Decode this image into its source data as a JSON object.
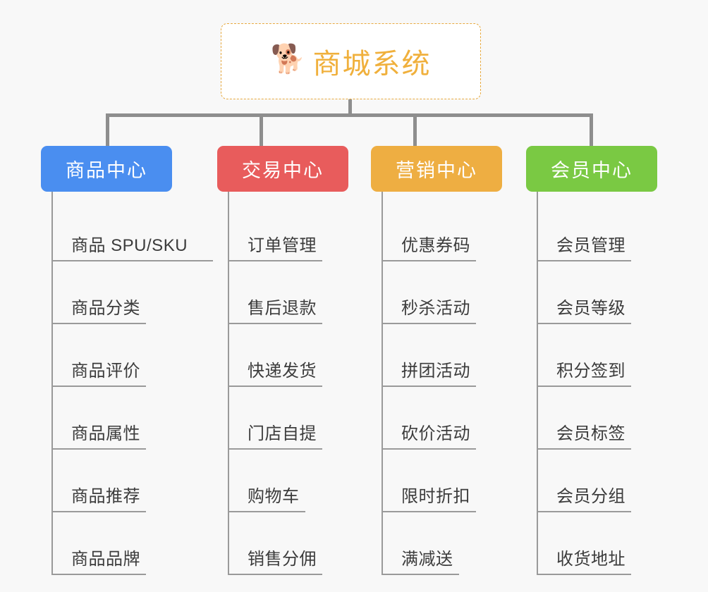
{
  "page": {
    "background_color": "#f8f8f8",
    "line_color": "#8e8e8e",
    "leaf_line_color": "#9a9a9a",
    "leaf_text_color": "#3c3c3c"
  },
  "root": {
    "title": "商城系统",
    "icon": "shiba-dog-face-emoji",
    "icon_glyph": "🐕",
    "text_color": "#f0b03c",
    "border_color": "#e7a93f",
    "fill_color": "#ffffff"
  },
  "columns": [
    {
      "id": "product-center",
      "label": "商品中心",
      "color": "#4a8ef0",
      "items": [
        "商品 SPU/SKU",
        "商品分类",
        "商品评价",
        "商品属性",
        "商品推荐",
        "商品品牌"
      ]
    },
    {
      "id": "trade-center",
      "label": "交易中心",
      "color": "#e85c5c",
      "items": [
        "订单管理",
        "售后退款",
        "快递发货",
        "门店自提",
        "购物车",
        "销售分佣"
      ]
    },
    {
      "id": "marketing-center",
      "label": "营销中心",
      "color": "#eeae42",
      "items": [
        "优惠券码",
        "秒杀活动",
        "拼团活动",
        "砍价活动",
        "限时折扣",
        "满减送"
      ]
    },
    {
      "id": "member-center",
      "label": "会员中心",
      "color": "#7ac943",
      "items": [
        "会员管理",
        "会员等级",
        "积分签到",
        "会员标签",
        "会员分组",
        "收货地址"
      ]
    }
  ]
}
